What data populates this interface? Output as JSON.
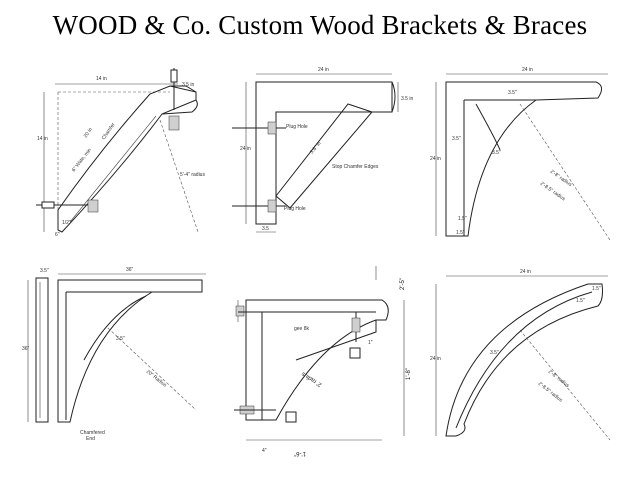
{
  "title": "WOOD & Co. Custom Wood Brackets & Braces",
  "drawings": {
    "d1": {
      "width_dim": "14 in",
      "height_dim": "14 in",
      "top_dim": "3.5 in",
      "diag_dim": "20 in",
      "chamfer": "Chamfer",
      "stock": "6\" Wide, min",
      "radius": "5'-4\" radius",
      "bottom_dim1": "1/2\"",
      "bottom_dim2": "6\""
    },
    "d2": {
      "width_dim": "24 in",
      "height_dim": "24 in",
      "top_right_dim": "3.5 in",
      "plug_hole_top": "Plug Hole",
      "plug_hole_bottom": "Plug Hole",
      "brace_dim": "3.8\" in",
      "chamfer_note": "Stop Chamfer Edges",
      "bottom_dim": "3.5"
    },
    "d3": {
      "width_dim": "24 in",
      "height_dim": "24 in",
      "top_dim": "3.5\"",
      "left_dim": "3.5\"",
      "mid_dim": "3.5\"",
      "radius1": "2'-8\" radius",
      "radius2": "2'-8.5\" radius",
      "foot_dim": "1.5\"",
      "foot_dim2": "1.5\""
    },
    "d4": {
      "side_dim": "3.5\"",
      "width_dim": "36\"",
      "height_dim": "36\"",
      "mid_dim": "3.5\"",
      "radius": "20\" Radius",
      "note_line1": "Chamfered",
      "note_line2": "End"
    },
    "d5": {
      "top_right_dim": "2'-5\"",
      "right_dim": "1'-8\"",
      "bottom_dim": "1'-6\"",
      "radius_label": "2' radius",
      "bolt_label": "gee 8k",
      "small1": "1\"",
      "small2": "4\""
    },
    "d6": {
      "width_dim": "24 in",
      "height_dim": "24 in",
      "top_dim1": "1.5\"",
      "top_dim2": "1.5\"",
      "mid_dim": "3.5\"",
      "radius1": "2'-8\" radius",
      "radius2": "2'-8.5\" radius"
    }
  }
}
